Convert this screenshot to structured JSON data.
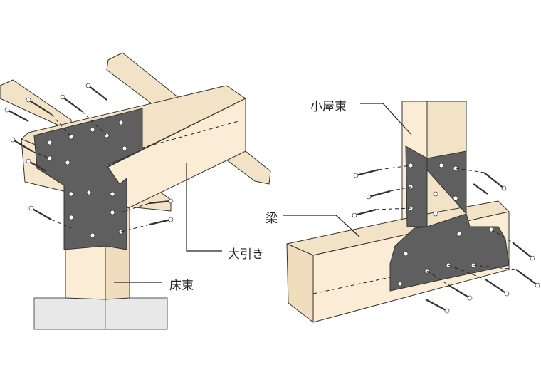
{
  "labels": {
    "koyazuka": "小屋束",
    "hari": "梁",
    "oobiki": "大引き",
    "yukazuka": "床束"
  },
  "colors": {
    "wood_top": "#f2e2c6",
    "wood_side": "#fbecd6",
    "wood_dark": "#e3cfae",
    "plate": "#5f5f5f",
    "foundation": "#e8e8e8"
  }
}
